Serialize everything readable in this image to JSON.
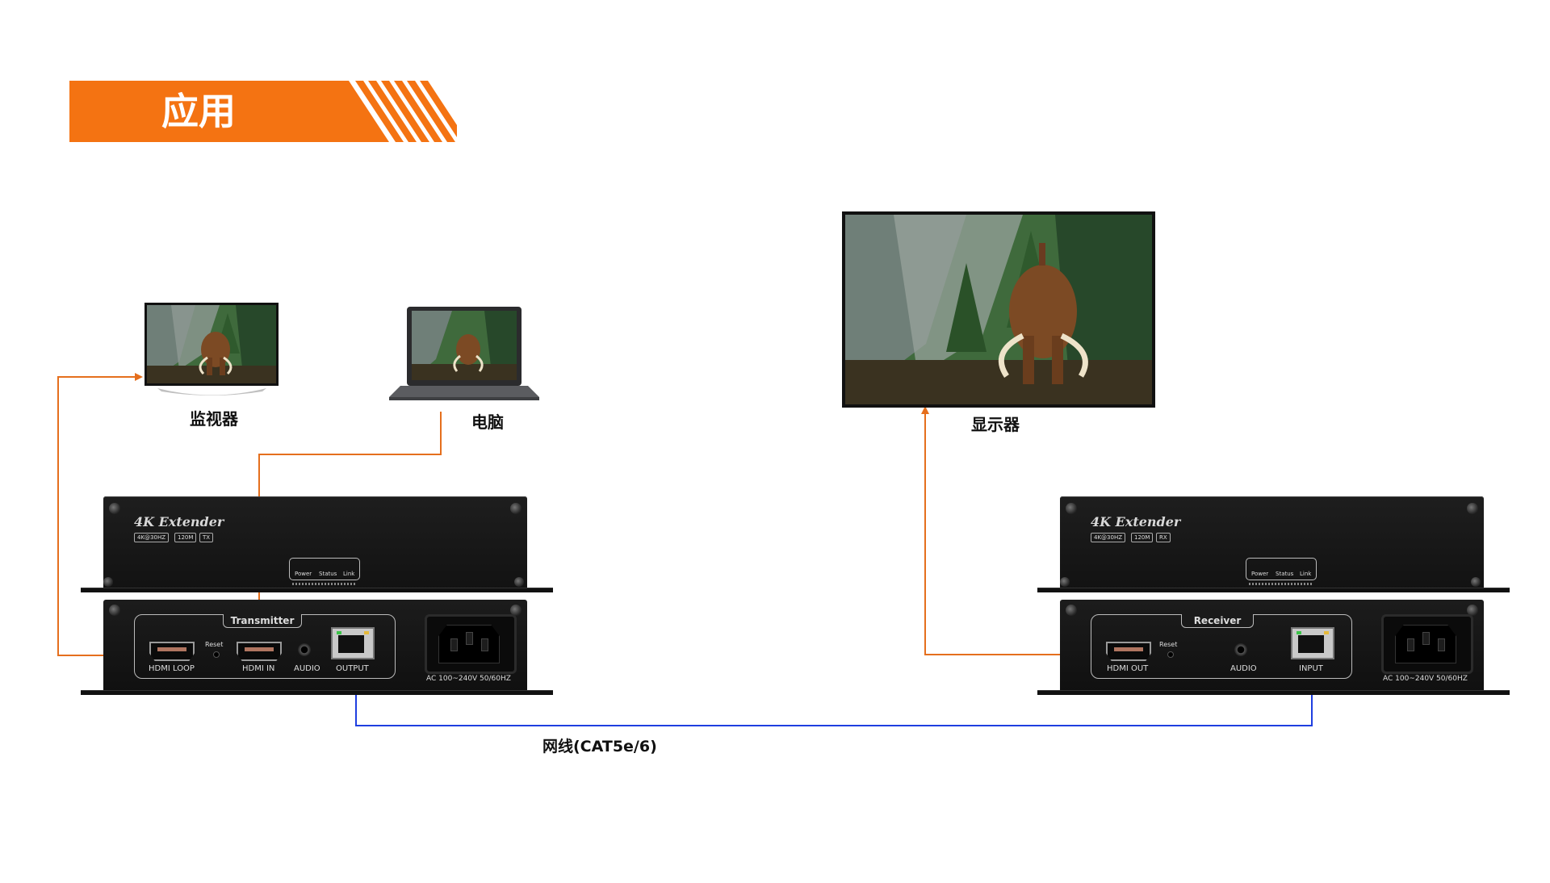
{
  "title": "应用",
  "colors": {
    "accent": "#f47312",
    "hdmi_line": "#e56f1d",
    "network_line": "#1f3fe0"
  },
  "devices": {
    "monitor": {
      "caption": "监视器"
    },
    "computer": {
      "caption": "电脑"
    },
    "display": {
      "caption": "显示器"
    }
  },
  "transmitter": {
    "brand": "4K Extender",
    "tags": [
      "4K@30HZ",
      "120M",
      "TX"
    ],
    "leds": [
      "Power",
      "Status",
      "Link"
    ],
    "panel_title": "Transmitter",
    "reset": "Reset",
    "ports": [
      "HDMI LOOP",
      "HDMI IN",
      "AUDIO",
      "OUTPUT"
    ],
    "power": "AC 100~240V 50/60HZ"
  },
  "receiver": {
    "brand": "4K Extender",
    "tags": [
      "4K@30HZ",
      "120M",
      "RX"
    ],
    "leds": [
      "Power",
      "Status",
      "Link"
    ],
    "panel_title": "Receiver",
    "reset": "Reset",
    "ports": [
      "HDMI OUT",
      "AUDIO",
      "INPUT"
    ],
    "power": "AC 100~240V 50/60HZ"
  },
  "cable_label": "网线(CAT5e/6)"
}
